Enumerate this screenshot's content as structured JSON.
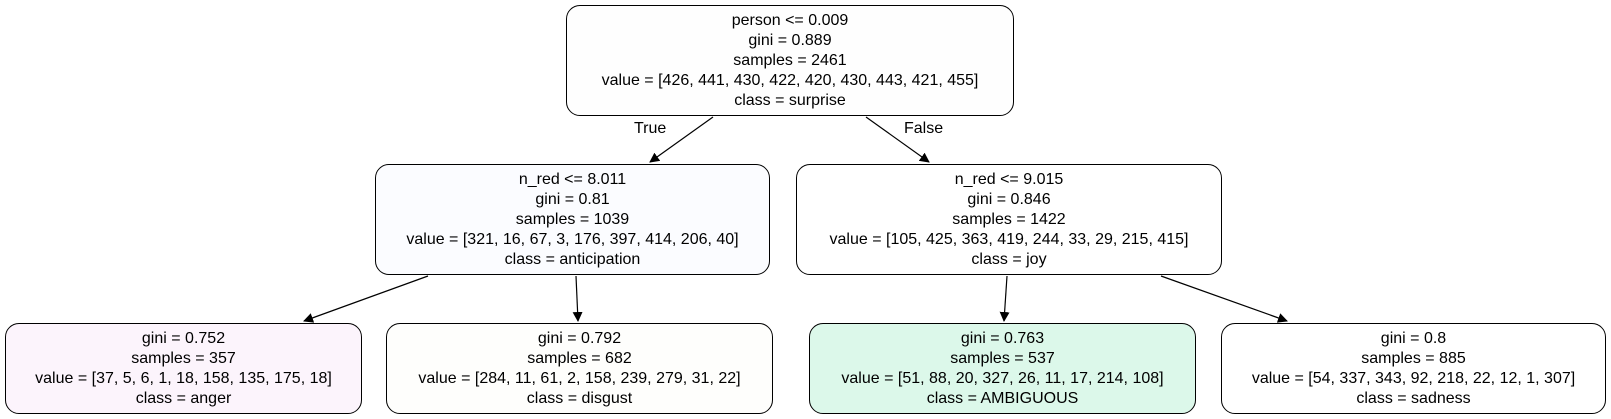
{
  "tree": {
    "nodes": [
      {
        "split": "person <= 0.009",
        "gini": "gini = 0.889",
        "samples": "samples = 2461",
        "value": "value = [426, 441, 430, 422, 420, 430, 443, 421, 455]",
        "class": "class = surprise",
        "fill": "#fefefe"
      },
      {
        "split": "n_red <= 8.011",
        "gini": "gini = 0.81",
        "samples": "samples = 1039",
        "value": "value = [321, 16, 67, 3, 176, 397, 414, 206, 40]",
        "class": "class = anticipation",
        "fill": "#fbfcff"
      },
      {
        "split": "n_red <= 9.015",
        "gini": "gini = 0.846",
        "samples": "samples = 1422",
        "value": "value = [105, 425, 363, 419, 244, 33, 29, 215, 415]",
        "class": "class = joy",
        "fill": "#ffffff"
      },
      {
        "gini": "gini = 0.752",
        "samples": "samples = 357",
        "value": "value = [37, 5, 6, 1, 18, 158, 135, 175, 18]",
        "class": "class = anger",
        "fill": "#fcf4fc"
      },
      {
        "gini": "gini = 0.792",
        "samples": "samples = 682",
        "value": "value = [284, 11, 61, 2, 158, 239, 279, 31, 22]",
        "class": "class = disgust",
        "fill": "#fefefc"
      },
      {
        "gini": "gini = 0.763",
        "samples": "samples = 537",
        "value": "value = [51, 88, 20, 327, 26, 11, 17, 214, 108]",
        "class": "class = AMBIGUOUS",
        "fill": "#dcf8ea"
      },
      {
        "gini": "gini = 0.8",
        "samples": "samples = 885",
        "value": "value = [54, 337, 343, 92, 218, 22, 12, 1, 307]",
        "class": "class = sadness",
        "fill": "#ffffff"
      }
    ],
    "edge_labels": {
      "true": "True",
      "false": "False"
    }
  }
}
